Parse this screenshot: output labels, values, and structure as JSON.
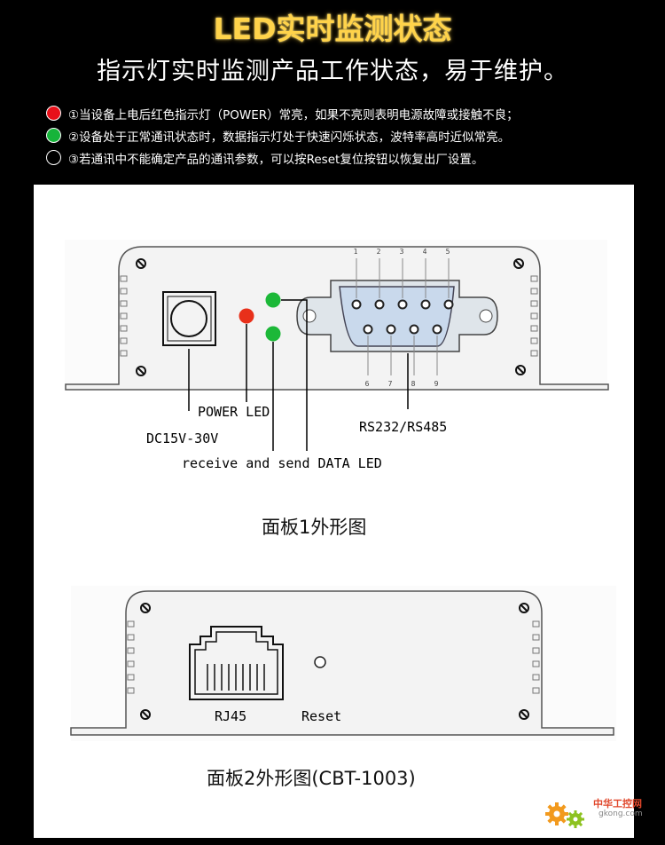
{
  "header": {
    "title": "LED实时监测状态",
    "subtitle": "指示灯实时监测产品工作状态，易于维护。"
  },
  "notes": [
    {
      "color": "#e8101a",
      "text": "①当设备上电后红色指示灯（POWER）常亮，如果不亮则表明电源故障或接触不良；"
    },
    {
      "color": "#16b43a",
      "text": "②设备处于正常通讯状态时，数据指示灯处于快速闪烁状态，波特率高时近似常亮。"
    },
    {
      "color": "transparent",
      "text": "③若通讯中不能确定产品的通讯参数，可以按Reset复位按钮以恢复出厂设置。"
    }
  ],
  "panel1": {
    "db9_top_pins": [
      "1",
      "2",
      "3",
      "4",
      "5"
    ],
    "db9_bottom_pins": [
      "6",
      "7",
      "8",
      "9"
    ],
    "power_led_label": "POWER LED",
    "dc_label": "DC15V-30V",
    "rs_label": "RS232/RS485",
    "data_led_label": "receive and send DATA LED",
    "caption": "面板1外形图"
  },
  "panel2": {
    "rj45_label": "RJ45",
    "reset_label": "Reset",
    "caption": "面板2外形图(CBT-1003)"
  },
  "watermark": {
    "name": "中华工控网",
    "domain": "gkong.com"
  },
  "colors": {
    "title": "#ffd34a",
    "led_red": "#e8301a",
    "led_green": "#1cb838"
  }
}
